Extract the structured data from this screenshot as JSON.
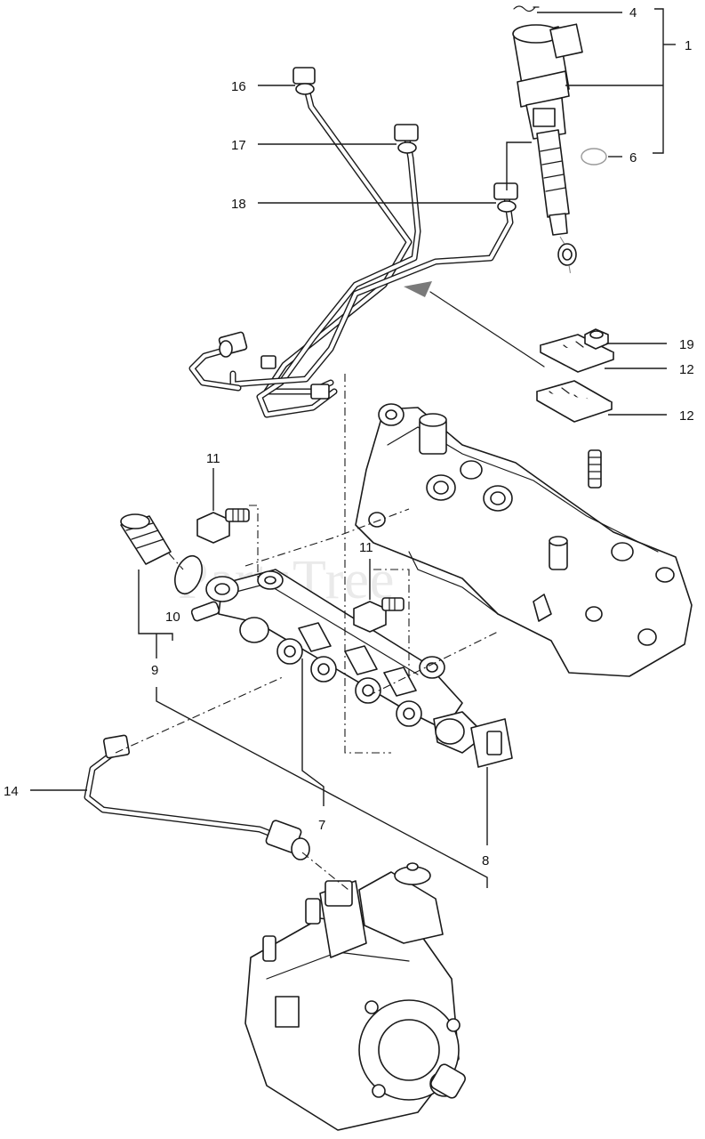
{
  "watermark": "PartsTree",
  "callouts": {
    "c1": "1",
    "c4": "4",
    "c6": "6",
    "c7": "7",
    "c8": "8",
    "c9": "9",
    "c10": "10",
    "c11a": "11",
    "c11b": "11",
    "c12a": "12",
    "c12b": "12",
    "c14": "14",
    "c16": "16",
    "c17": "17",
    "c18": "18",
    "c19": "19"
  }
}
